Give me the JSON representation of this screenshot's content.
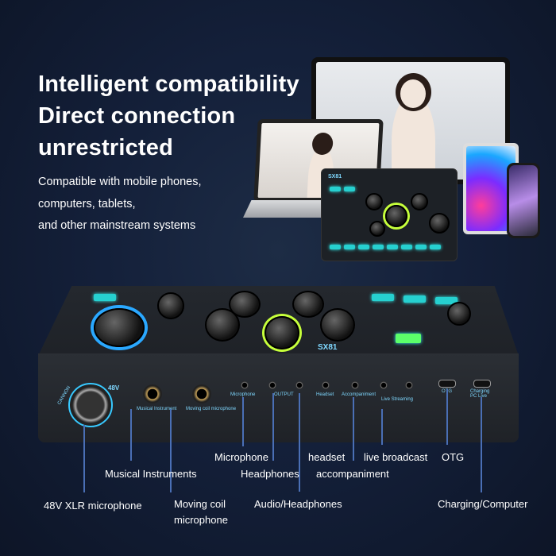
{
  "headline": [
    "Intelligent compatibility",
    "Direct connection",
    "unrestricted"
  ],
  "description": [
    "Compatible with mobile phones,",
    "computers, tablets,",
    "and other mainstream systems"
  ],
  "device": {
    "model": "SX81",
    "xlr_label": "48V",
    "cannon_label": "CANNON"
  },
  "ports": {
    "microphone": "Microphone",
    "output": "OUTPUT",
    "headset": "Headset",
    "accompaniment": "Accompaniment",
    "live": "Live Streaming",
    "otg": "OTG",
    "charging": "Charging PC Live",
    "musical": "Musical Instrument",
    "moving": "Moving coil microphone"
  },
  "callouts": {
    "xlr": "48V XLR microphone",
    "musical": "Musical Instruments",
    "moving_coil": [
      "Moving coil",
      "microphone"
    ],
    "microphone": "Microphone",
    "headphones": "Headphones",
    "audio_headphones": "Audio/Headphones",
    "headset": "headset",
    "accompaniment": "accompaniment",
    "live": "live broadcast",
    "otg": "OTG",
    "charging": "Charging/Computer"
  },
  "colors": {
    "background": "#14203a",
    "accent": "#26d0d0",
    "line": "#4a6fb5"
  }
}
